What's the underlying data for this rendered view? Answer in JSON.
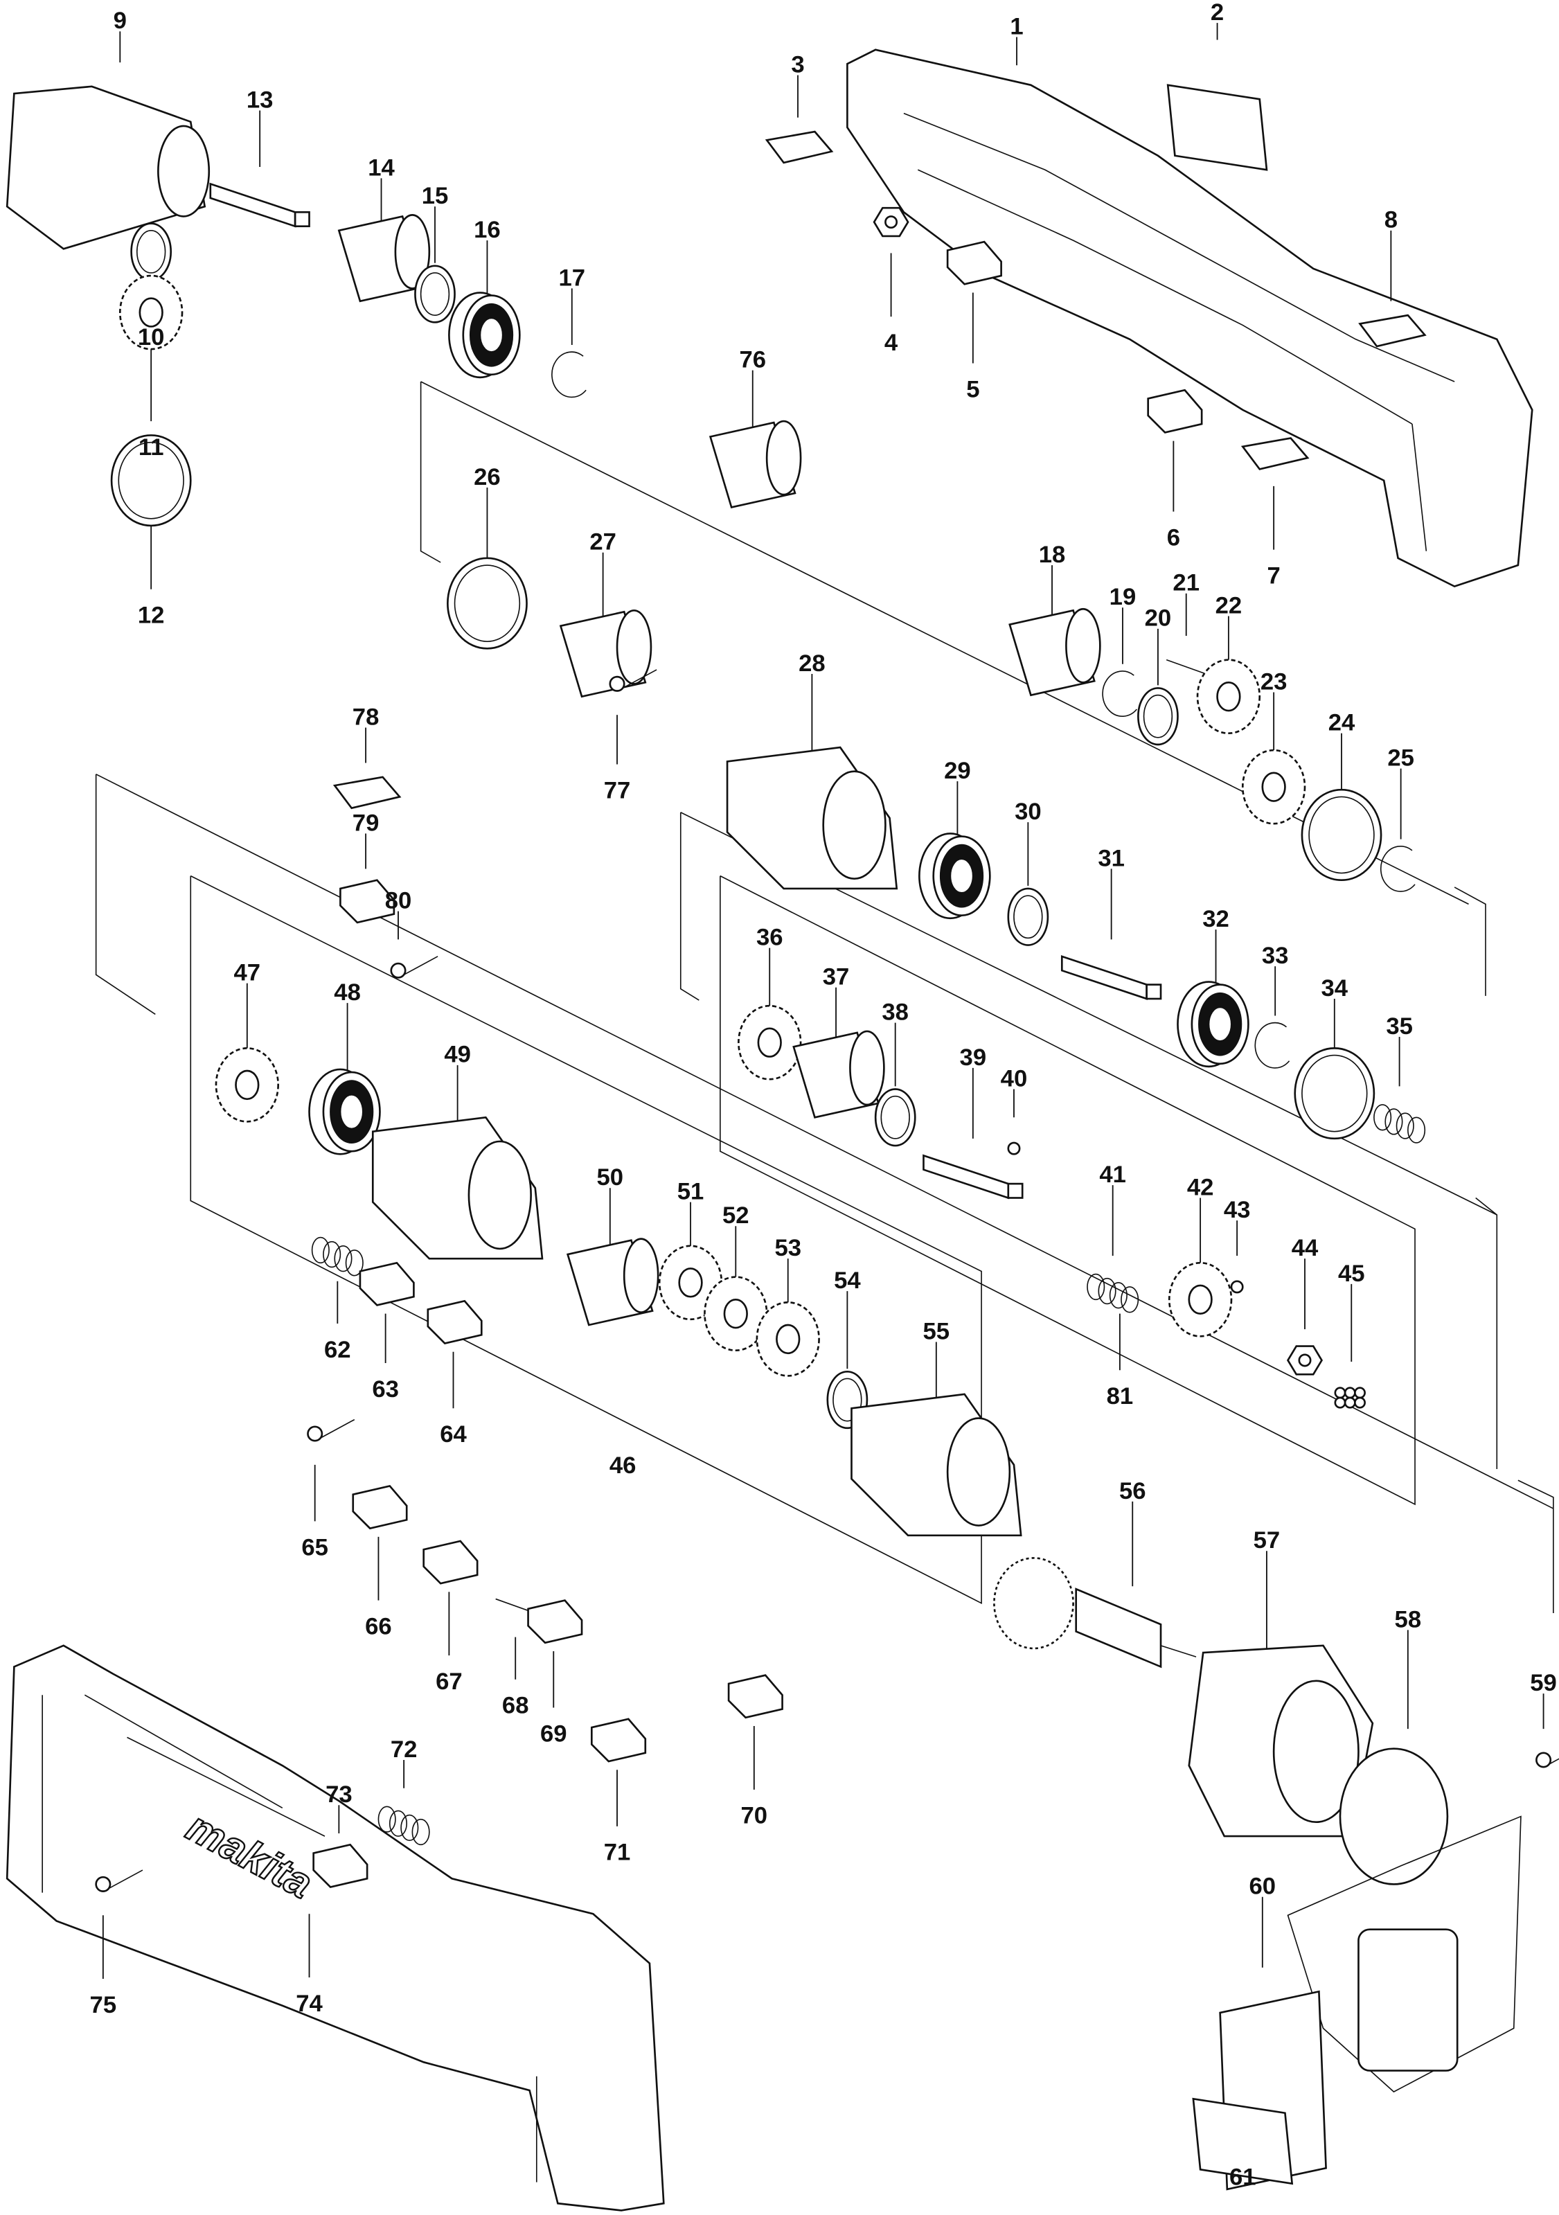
{
  "title": "Exploded parts diagram",
  "brand_logo": "makita",
  "parts": [
    {
      "no": "1"
    },
    {
      "no": "2"
    },
    {
      "no": "3"
    },
    {
      "no": "4"
    },
    {
      "no": "5"
    },
    {
      "no": "6"
    },
    {
      "no": "7"
    },
    {
      "no": "8"
    },
    {
      "no": "9"
    },
    {
      "no": "10"
    },
    {
      "no": "11"
    },
    {
      "no": "12"
    },
    {
      "no": "13"
    },
    {
      "no": "14"
    },
    {
      "no": "15"
    },
    {
      "no": "16"
    },
    {
      "no": "17"
    },
    {
      "no": "18"
    },
    {
      "no": "19"
    },
    {
      "no": "20"
    },
    {
      "no": "21"
    },
    {
      "no": "22"
    },
    {
      "no": "23"
    },
    {
      "no": "24"
    },
    {
      "no": "25"
    },
    {
      "no": "26"
    },
    {
      "no": "27"
    },
    {
      "no": "28"
    },
    {
      "no": "29"
    },
    {
      "no": "30"
    },
    {
      "no": "31"
    },
    {
      "no": "32"
    },
    {
      "no": "33"
    },
    {
      "no": "34"
    },
    {
      "no": "35"
    },
    {
      "no": "36"
    },
    {
      "no": "37"
    },
    {
      "no": "38"
    },
    {
      "no": "39"
    },
    {
      "no": "40"
    },
    {
      "no": "41"
    },
    {
      "no": "42"
    },
    {
      "no": "43"
    },
    {
      "no": "44"
    },
    {
      "no": "45"
    },
    {
      "no": "46"
    },
    {
      "no": "47"
    },
    {
      "no": "48"
    },
    {
      "no": "49"
    },
    {
      "no": "50"
    },
    {
      "no": "51"
    },
    {
      "no": "52"
    },
    {
      "no": "53"
    },
    {
      "no": "54"
    },
    {
      "no": "55"
    },
    {
      "no": "56"
    },
    {
      "no": "57"
    },
    {
      "no": "58"
    },
    {
      "no": "59"
    },
    {
      "no": "60"
    },
    {
      "no": "61"
    },
    {
      "no": "62"
    },
    {
      "no": "63"
    },
    {
      "no": "64"
    },
    {
      "no": "65"
    },
    {
      "no": "66"
    },
    {
      "no": "67"
    },
    {
      "no": "68"
    },
    {
      "no": "69"
    },
    {
      "no": "70"
    },
    {
      "no": "71"
    },
    {
      "no": "72"
    },
    {
      "no": "73"
    },
    {
      "no": "74"
    },
    {
      "no": "75"
    },
    {
      "no": "76"
    },
    {
      "no": "77"
    },
    {
      "no": "78"
    },
    {
      "no": "79"
    },
    {
      "no": "80"
    },
    {
      "no": "81"
    }
  ]
}
